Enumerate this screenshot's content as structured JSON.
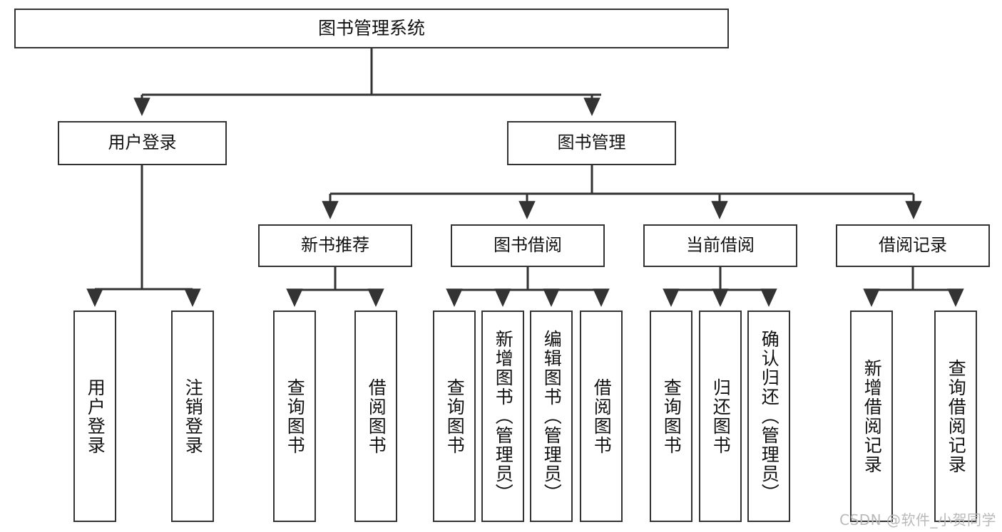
{
  "diagram": {
    "type": "tree",
    "title": "图书管理系统",
    "root": {
      "id": "root",
      "label": "图书管理系统"
    },
    "level2": [
      {
        "id": "user-login",
        "label": "用户登录"
      },
      {
        "id": "book-manage",
        "label": "图书管理"
      }
    ],
    "level3": [
      {
        "id": "new-book-rec",
        "label": "新书推荐"
      },
      {
        "id": "book-borrow",
        "label": "图书借阅"
      },
      {
        "id": "current-borrow",
        "label": "当前借阅"
      },
      {
        "id": "borrow-record",
        "label": "借阅记录"
      }
    ],
    "leaves": [
      {
        "id": "leaf-user-login",
        "label": "用户登录"
      },
      {
        "id": "leaf-user-logout",
        "label": "注销登录"
      },
      {
        "id": "leaf-query-book-1",
        "label": "查询图书"
      },
      {
        "id": "leaf-borrow-book-1",
        "label": "借阅图书"
      },
      {
        "id": "leaf-query-book-2",
        "label": "查询图书"
      },
      {
        "id": "leaf-add-book",
        "label": "新增图书（管理员）"
      },
      {
        "id": "leaf-edit-book",
        "label": "编辑图书（管理员）"
      },
      {
        "id": "leaf-borrow-book-2",
        "label": "借阅图书"
      },
      {
        "id": "leaf-query-book-3",
        "label": "查询图书"
      },
      {
        "id": "leaf-return-book",
        "label": "归还图书"
      },
      {
        "id": "leaf-confirm-return",
        "label": "确认归还（管理员）"
      },
      {
        "id": "leaf-add-record",
        "label": "新增借阅记录"
      },
      {
        "id": "leaf-query-record",
        "label": "查询借阅记录"
      }
    ]
  },
  "watermark": {
    "text": "CSDN @软件_小贺同学"
  },
  "colors": {
    "stroke": "#333333",
    "background": "#ffffff",
    "text": "#111111",
    "watermark": "#b9b9b9"
  }
}
